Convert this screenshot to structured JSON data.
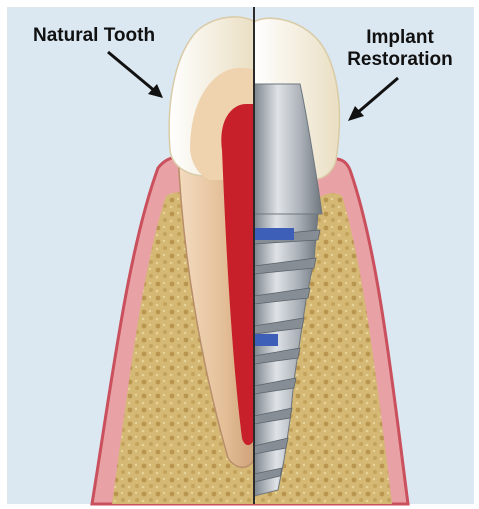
{
  "labels": {
    "natural_tooth": "Natural Tooth",
    "implant_line1": "Implant",
    "implant_line2": "Restoration"
  },
  "colors": {
    "background": "#dbe7f1",
    "gum": "#e8a1a4",
    "gum_edge": "#c9505c",
    "bone": "#d4b873",
    "enamel": "#f6f0de",
    "dentin": "#e9c9a6",
    "pulp": "#c8202a",
    "titanium": "#a7adb4",
    "seal": "#3d5fb8"
  }
}
